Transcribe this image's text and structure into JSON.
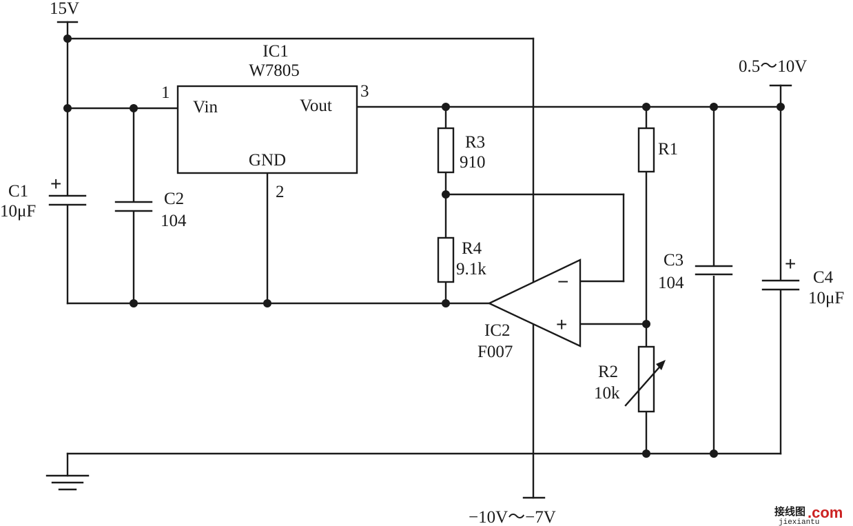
{
  "supply": {
    "in_label": "15V",
    "out_label": "0.5～10V",
    "neg_label": "−10V～−7V"
  },
  "ic1": {
    "name": "IC1",
    "part": "W7805",
    "pin_in": "Vin",
    "pin_out": "Vout",
    "pin_gnd": "GND",
    "pin1": "1",
    "pin2": "2",
    "pin3": "3"
  },
  "ic2": {
    "name": "IC2",
    "part": "F007",
    "inv": "−",
    "noninv": "+"
  },
  "c1": {
    "name": "C1",
    "value": "10μF",
    "polarity": "+"
  },
  "c2": {
    "name": "C2",
    "value": "104"
  },
  "c3": {
    "name": "C3",
    "value": "104"
  },
  "c4": {
    "name": "C4",
    "value": "10μF",
    "polarity": "+"
  },
  "r1": {
    "name": "R1"
  },
  "r2": {
    "name": "R2",
    "value": "10k"
  },
  "r3": {
    "name": "R3",
    "value": "910"
  },
  "r4": {
    "name": "R4",
    "value": "9.1k"
  },
  "watermark": {
    "cn": "接线图",
    "dotcom": ".com",
    "sub": "jiexiantu"
  },
  "colors": {
    "ink": "#1a1a1a",
    "watermark_red": "#cc2222"
  }
}
